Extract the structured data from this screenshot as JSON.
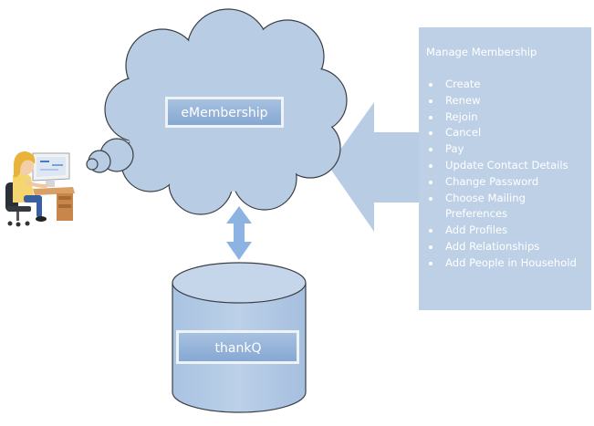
{
  "diagram": {
    "cloud_label": "eMembership",
    "database_label": "thankQ",
    "panel": {
      "title": "Manage Membership",
      "items": [
        "Create",
        "Renew",
        "Rejoin",
        "Cancel",
        "Pay",
        "Update Contact Details",
        "Change Password",
        "Choose Mailing Preferences",
        "Add Profiles",
        "Add Relationships",
        "Add People in Household"
      ]
    },
    "colors": {
      "cloud_fill": "#b8cce4",
      "cloud_stroke": "#3a3f46",
      "label_box": "#95b3d7",
      "label_box_border": "#eef3fa",
      "arrow_fill": "#b8cce4",
      "double_arrow": "#8db3e2",
      "panel_fill": "#bdd0e6"
    },
    "icons": {
      "user": "person-at-computer-icon"
    }
  }
}
